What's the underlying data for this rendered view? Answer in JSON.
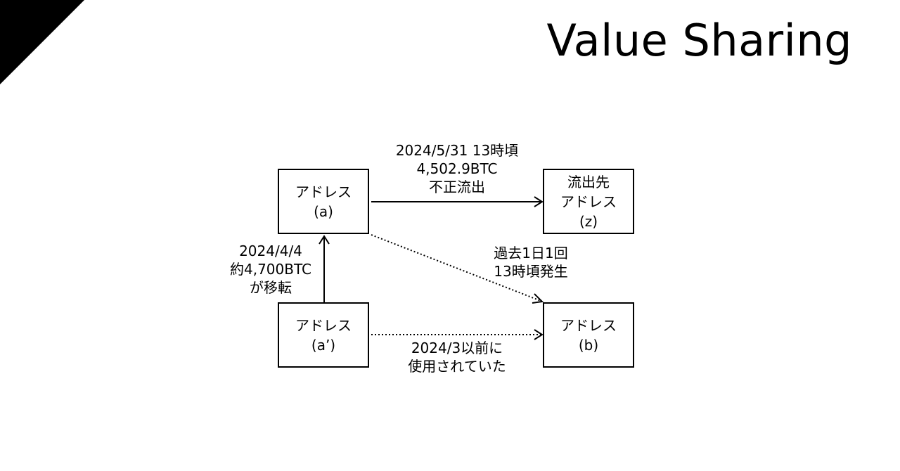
{
  "slide": {
    "title": "Value Sharing",
    "accent_color": "#000000"
  },
  "diagram": {
    "nodes": {
      "a": {
        "line1": "アドレス",
        "line2": "(a)"
      },
      "z": {
        "line1": "流出先",
        "line2": "アドレス",
        "line3": "(z)"
      },
      "a_prime": {
        "line1": "アドレス",
        "line2": "(a’)"
      },
      "b": {
        "line1": "アドレス",
        "line2": "(b)"
      }
    },
    "edges": {
      "a_to_z": {
        "style": "solid",
        "lines": [
          "2024/5/31 13時頃",
          "4,502.9BTC",
          "不正流出"
        ]
      },
      "a_to_b": {
        "style": "dotted",
        "lines": [
          "過去1日1回",
          "13時頃発生"
        ]
      },
      "a_prime_to_a": {
        "style": "solid",
        "lines": [
          "2024/4/4",
          "約4,700BTC",
          "が移転"
        ]
      },
      "a_prime_to_b": {
        "style": "dotted",
        "lines": [
          "2024/3以前に",
          "使用されていた"
        ]
      }
    }
  }
}
